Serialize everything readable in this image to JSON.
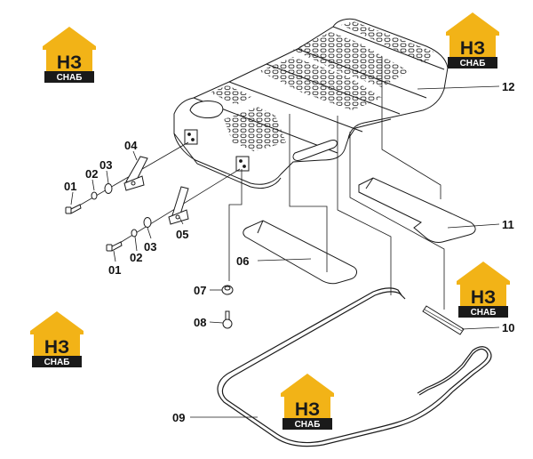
{
  "logo": {
    "main_text": "НЗ",
    "sub_text": "СНАБ",
    "colors": {
      "roof": "#f2b317",
      "main_box": "#f2b317",
      "sub_box": "#1a1a1a",
      "main_text": "#1a1a1a",
      "sub_text": "#ffffff"
    }
  },
  "callouts": {
    "c01a": "01",
    "c02a": "02",
    "c03a": "03",
    "c04": "04",
    "c01b": "01",
    "c02b": "02",
    "c03b": "03",
    "c05": "05",
    "c06": "06",
    "c07": "07",
    "c08": "08",
    "c09": "09",
    "c10": "10",
    "c11": "11",
    "c12": "12"
  },
  "colors": {
    "line": "#1a1a1a",
    "background": "#ffffff"
  }
}
